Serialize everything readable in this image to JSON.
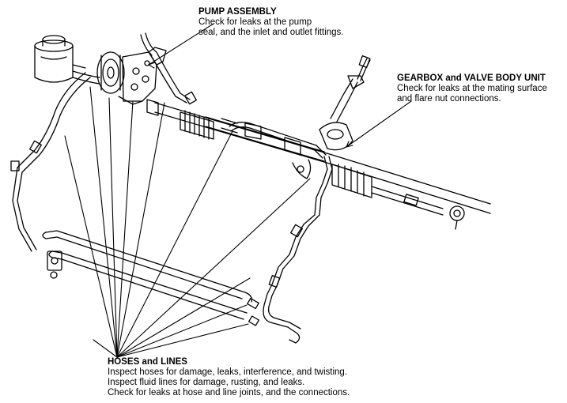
{
  "callouts": {
    "pump": {
      "title": "PUMP ASSEMBLY",
      "lines": [
        "Check for leaks at the pump",
        "seal, and the inlet and outlet fittings."
      ]
    },
    "gearbox": {
      "title": "GEARBOX and VALVE BODY UNIT",
      "lines": [
        "Check for leaks at the mating surface",
        "and flare nut connections."
      ]
    },
    "hoses": {
      "title": "HOSES and LINES",
      "lines": [
        "Inspect hoses for damage, leaks, interference, and twisting.",
        "Inspect fluid lines for damage, rusting, and leaks.",
        "Check for leaks at hose and line joints, and the connections."
      ]
    }
  },
  "colors": {
    "ink": "#000000",
    "background": "#ffffff"
  }
}
